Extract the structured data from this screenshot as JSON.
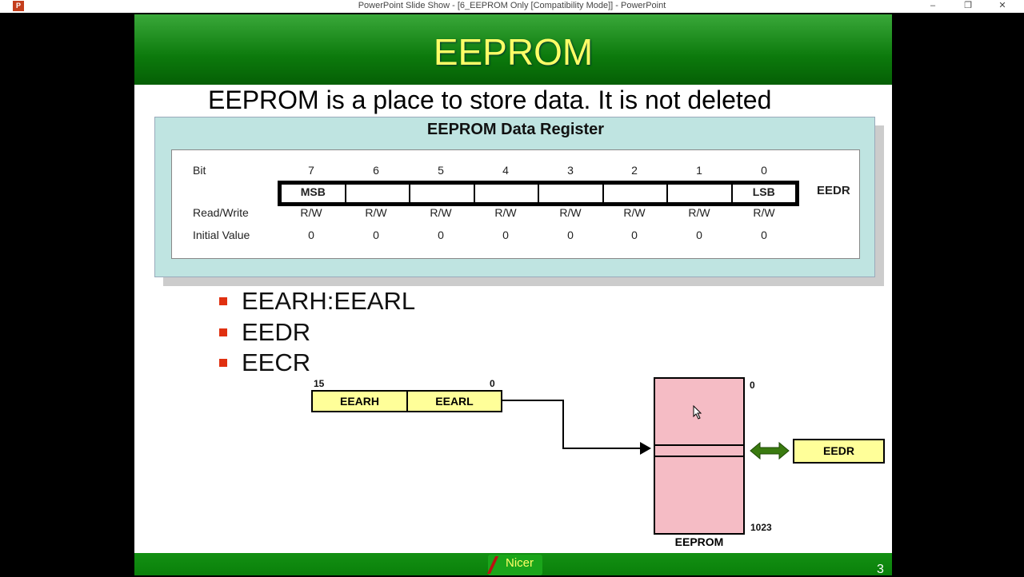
{
  "window": {
    "title": "PowerPoint Slide Show - [6_EEPROM Only [Compatibility Mode]] - PowerPoint",
    "app_icon": "P",
    "minimize": "–",
    "restore": "❐",
    "close": "✕"
  },
  "slide": {
    "title": "EEPROM",
    "background_text": "EEPROM is a place to store data. It is not deleted",
    "bullets": [
      "EEARH:EEARL",
      "EEDR",
      "EECR"
    ],
    "logo_text": "Nicer",
    "slide_number": "3"
  },
  "popup": {
    "title": "EEPROM Data Register",
    "row_labels": {
      "bit": "Bit",
      "rw": "Read/Write",
      "init": "Initial Value"
    },
    "bits": [
      "7",
      "6",
      "5",
      "4",
      "3",
      "2",
      "1",
      "0"
    ],
    "cells": [
      "MSB",
      "",
      "",
      "",
      "",
      "",
      "",
      "LSB"
    ],
    "rw": [
      "R/W",
      "R/W",
      "R/W",
      "R/W",
      "R/W",
      "R/W",
      "R/W",
      "R/W"
    ],
    "init": [
      "0",
      "0",
      "0",
      "0",
      "0",
      "0",
      "0",
      "0"
    ],
    "register_name": "EEDR"
  },
  "diagram": {
    "addr_high": "EEARH",
    "addr_low": "EEARL",
    "bit_hi": "15",
    "bit_lo": "0",
    "mem_top": "0",
    "mem_bottom": "1023",
    "mem_label": "EEPROM",
    "data_reg": "EEDR",
    "colors": {
      "register": "#ffff99",
      "memory": "#f5bcc5",
      "arrow": "#3a7a10"
    }
  }
}
